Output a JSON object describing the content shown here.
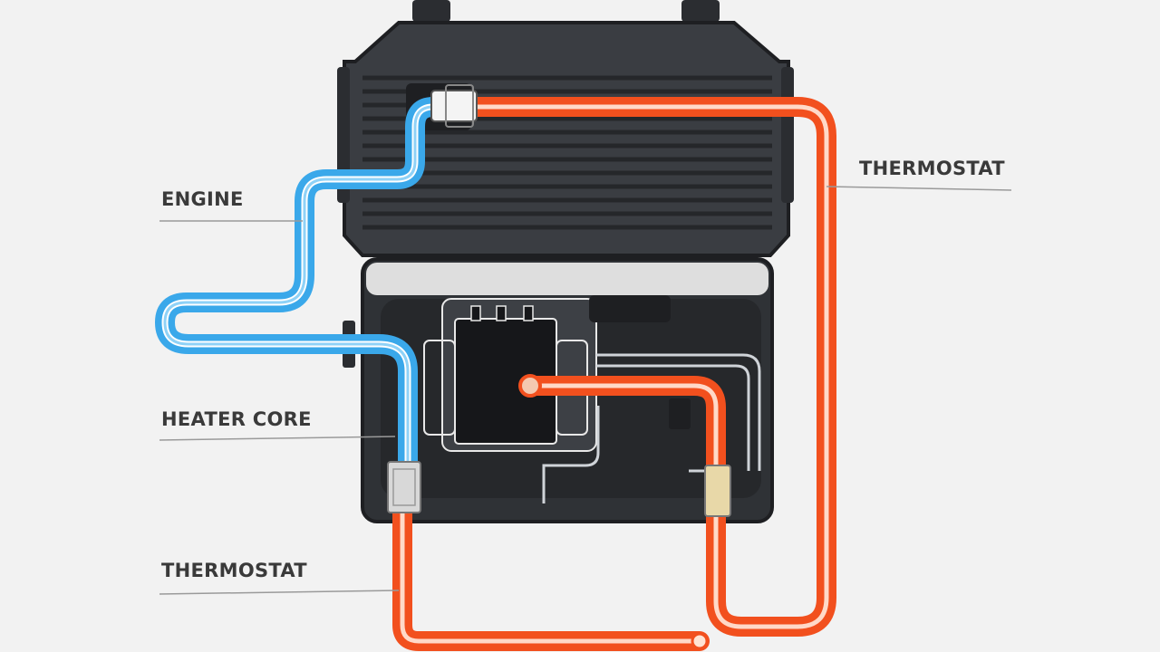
{
  "labels": {
    "engine": "ENGINE",
    "heater_core": "HEATER CORE",
    "thermostat_left": "THERMOSTAT",
    "thermostat_right": "THERMOSTAT"
  },
  "colors": {
    "background": "#f2f2f2",
    "housing": "#3a3d42",
    "housing_dark": "#2b2d31",
    "cold_hose": "#3aa8ea",
    "hot_hose": "#f2501e",
    "leader_line": "#9a9a9a",
    "label_text": "#3a3a3a"
  }
}
